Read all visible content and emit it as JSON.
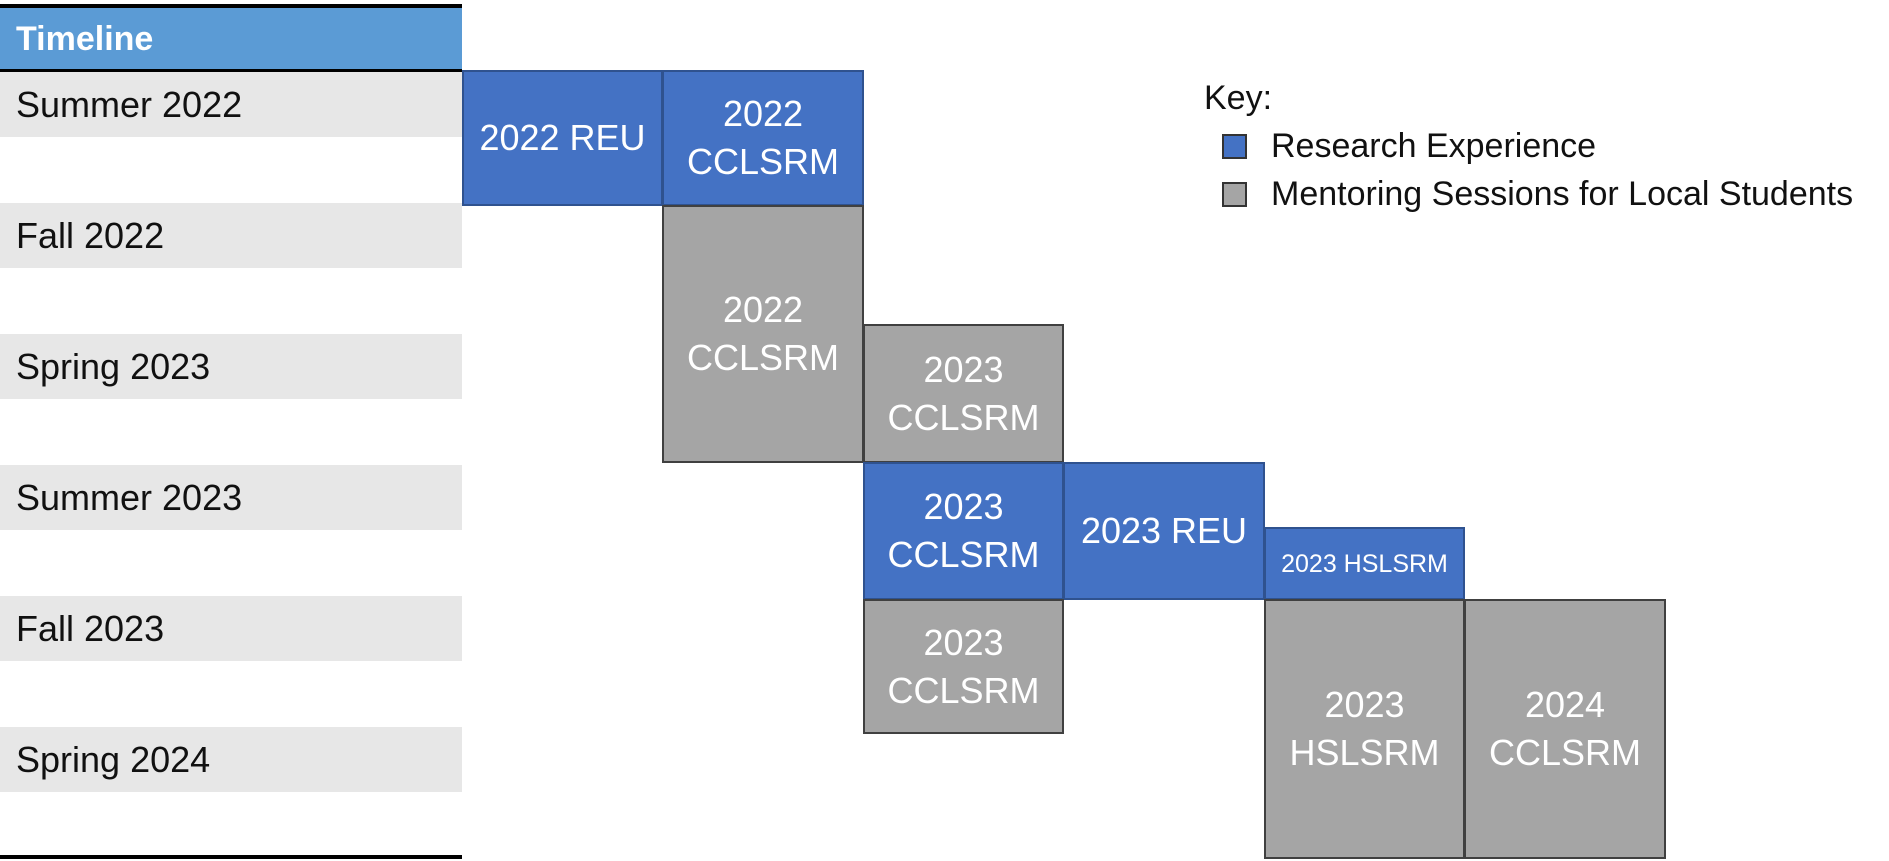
{
  "timeline": {
    "header": "Timeline",
    "rows": [
      "Summer 2022",
      "Fall 2022",
      "Spring 2023",
      "Summer 2023",
      "Fall 2023",
      "Spring 2024"
    ]
  },
  "blocks": [
    {
      "label": "2022 REU",
      "category": "research"
    },
    {
      "label": "2022\nCCLSRM",
      "category": "research"
    },
    {
      "label": "2022\nCCLSRM",
      "category": "mentoring"
    },
    {
      "label": "2023\nCCLSRM",
      "category": "mentoring"
    },
    {
      "label": "2023\nCCLSRM",
      "category": "research"
    },
    {
      "label": "2023 REU",
      "category": "research"
    },
    {
      "label": "2023 HSLSRM",
      "category": "research"
    },
    {
      "label": "2023\nCCLSRM",
      "category": "mentoring"
    },
    {
      "label": "2023\nHSLSRM",
      "category": "mentoring"
    },
    {
      "label": "2024\nCCLSRM",
      "category": "mentoring"
    }
  ],
  "key": {
    "title": "Key:",
    "items": [
      {
        "label": "Research Experience",
        "color": "#4472c4"
      },
      {
        "label": "Mentoring Sessions for Local Students",
        "color": "#a5a5a5"
      }
    ]
  }
}
